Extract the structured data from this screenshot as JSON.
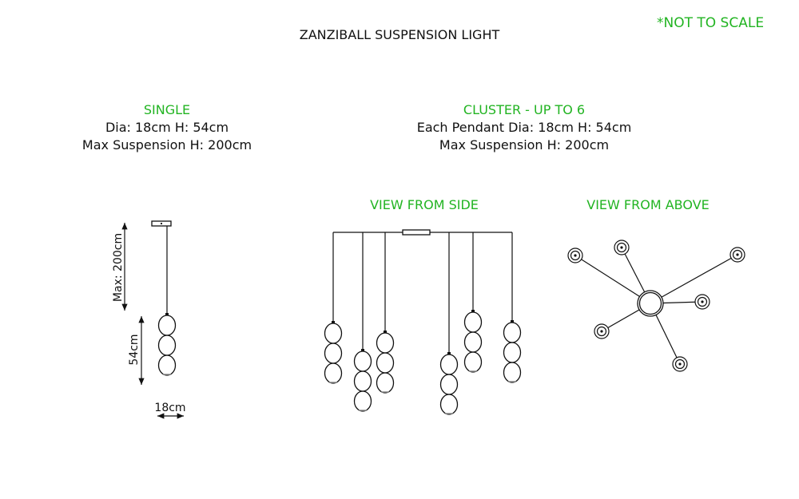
{
  "title": "ZANZIBALL SUSPENSION LIGHT",
  "note": "*NOT TO SCALE",
  "single": {
    "heading": "SINGLE",
    "dims": "Dia: 18cm H: 54cm",
    "suspension": "Max Suspension H: 200cm",
    "dim_max": "Max: 200cm",
    "dim_height": "54cm",
    "dim_width": "18cm"
  },
  "cluster": {
    "heading": "CLUSTER - UP TO 6",
    "dims": "Each Pendant Dia: 18cm H: 54cm",
    "suspension": "Max Suspension H: 200cm",
    "side_label": "VIEW FROM SIDE",
    "above_label": "VIEW FROM ABOVE",
    "pendant_count": 6
  },
  "colors": {
    "accent": "#22b422",
    "line": "#111111"
  }
}
